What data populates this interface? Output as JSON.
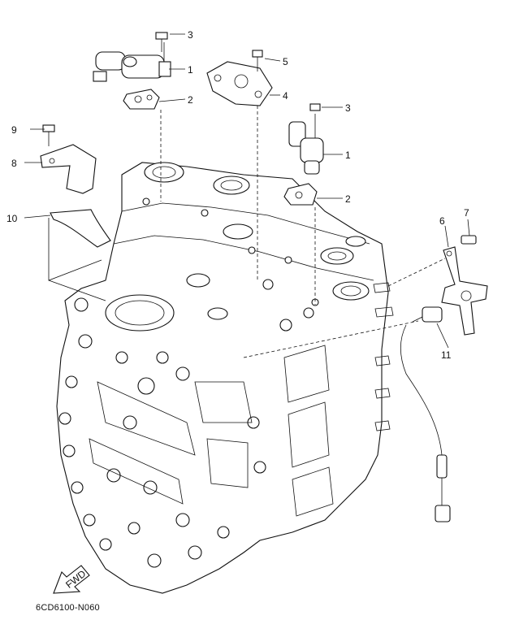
{
  "diagram": {
    "drawing_code": "6CD6100-N060",
    "fwd_label": "FWD",
    "callouts": {
      "c1a": "1",
      "c2a": "2",
      "c3a": "3",
      "c1b": "1",
      "c2b": "2",
      "c3b": "3",
      "c4": "4",
      "c5": "5",
      "c6": "6",
      "c7": "7",
      "c8": "8",
      "c9": "9",
      "c10": "10",
      "c11": "11"
    }
  }
}
